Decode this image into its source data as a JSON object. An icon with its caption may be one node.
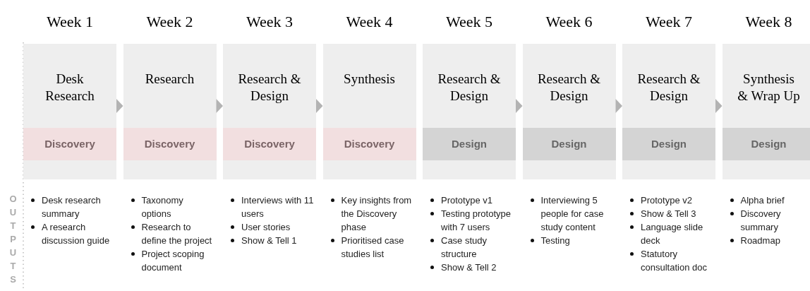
{
  "diagram": {
    "nodes": [
      {
        "text": [
          "Desk Research"
        ],
        "beside": [
          "Week 1",
          "Desk research summary",
          "A research discussion guide"
        ]
      },
      {
        "text": [
          "Discovery"
        ],
        "in": 0
      },
      {
        "text": [
          "Research"
        ],
        "beside": [
          "Week 2",
          "Taxonomy options",
          "Research to define the project",
          "Project scoping document"
        ]
      },
      {
        "text": [
          "Discovery"
        ],
        "in": 2
      },
      {
        "text": [
          "Research & Design"
        ],
        "beside": [
          "Week 3",
          "Interviews with 11 users",
          "User stories",
          "Show & Tell 1"
        ]
      },
      {
        "text": [
          "Discovery"
        ],
        "in": 4
      },
      {
        "text": [
          "Synthesis"
        ],
        "beside": [
          "Week 4",
          "Key insights from the Discovery phase",
          "Prioritised case studies list"
        ]
      },
      {
        "text": [
          "Discovery"
        ],
        "in": 6
      },
      {
        "text": [
          "Research & Design"
        ],
        "beside": [
          "Week 5",
          "Prototype v1",
          "Testing prototype with 7 users",
          "Case study structure",
          "Show & Tell 2"
        ]
      },
      {
        "text": [
          "Design"
        ],
        "in": 8
      },
      {
        "text": [
          "Research & Design"
        ],
        "beside": [
          "Week 6",
          "Interviewing 5 people for case study content",
          "Testing"
        ]
      },
      {
        "text": [
          "Design"
        ],
        "in": 10
      },
      {
        "text": [
          "Research & Design"
        ],
        "beside": [
          "Week 7",
          "Prototype v2",
          "Show & Tell 3",
          "Language slide deck",
          "Statutory consultation doc"
        ]
      },
      {
        "text": [
          "Design"
        ],
        "in": 12
      },
      {
        "text": [
          "Synthesis & Wrap Up"
        ],
        "beside": [
          "Week 8",
          "Alpha brief",
          "Discovery summary",
          "Roadmap"
        ]
      },
      {
        "text": [
          "Design"
        ],
        "in": 14
      }
    ],
    "edges": [
      {
        "from": 0,
        "to": 2,
        "arrow": "to"
      },
      {
        "from": 2,
        "to": 4,
        "arrow": "to"
      },
      {
        "from": 4,
        "to": 6,
        "arrow": "to"
      },
      {
        "from": 8,
        "to": 10,
        "arrow": "to"
      },
      {
        "from": 10,
        "to": 12,
        "arrow": "to"
      },
      {
        "from": 12,
        "to": 14,
        "arrow": "to"
      }
    ],
    "labels": [
      "OUTPUTS"
    ]
  }
}
